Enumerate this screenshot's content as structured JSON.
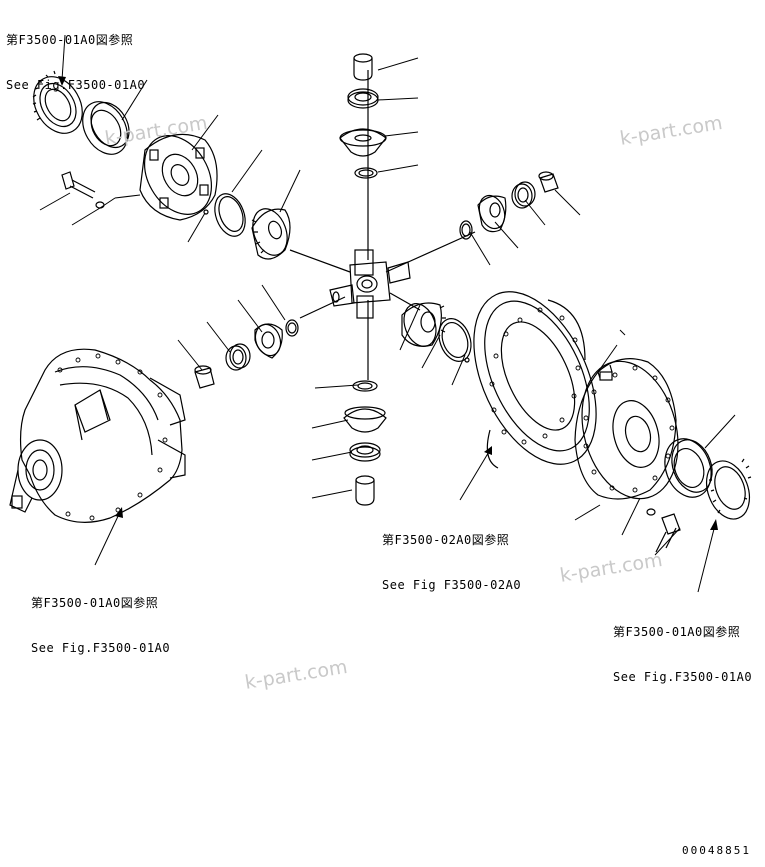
{
  "references": {
    "top_left": {
      "jp": "第F3500-01A0図参照",
      "en": "See Fig.F3500-01A0"
    },
    "center": {
      "jp": "第F3500-02A0図参照",
      "en": "See Fig F3500-02A0"
    },
    "bottom_left": {
      "jp": "第F3500-01A0図参照",
      "en": "See Fig.F3500-01A0"
    },
    "bottom_right": {
      "jp": "第F3500-01A0図参照",
      "en": "See Fig.F3500-01A0"
    }
  },
  "watermark": "k-part.com",
  "drawing_code": "00048851"
}
